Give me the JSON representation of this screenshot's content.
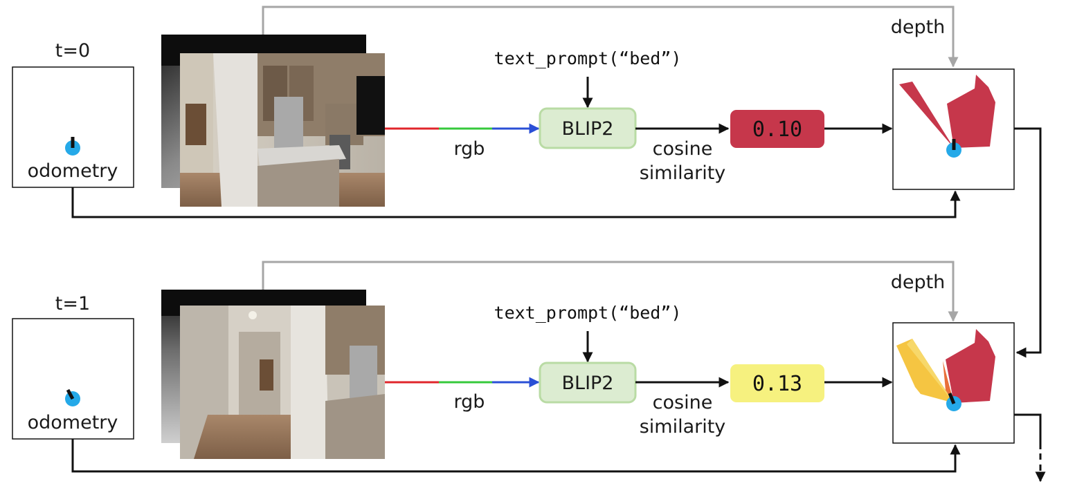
{
  "rows": [
    {
      "time_label": "t=0",
      "odometry_label": "odometry",
      "depth_label": "depth",
      "rgb_label": "rgb",
      "prompt": "text_prompt(“bed”)",
      "model": "BLIP2",
      "similarity_line1": "cosine",
      "similarity_line2": "similarity",
      "score": "0.10",
      "score_color": "#c6374b"
    },
    {
      "time_label": "t=1",
      "odometry_label": "odometry",
      "depth_label": "depth",
      "rgb_label": "rgb",
      "prompt": "text_prompt(“bed”)",
      "model": "BLIP2",
      "similarity_line1": "cosine",
      "similarity_line2": "similarity",
      "score": "0.13",
      "score_color": "#f6f17f"
    }
  ],
  "colors": {
    "robot": "#25a9e8",
    "map_red": "#c6374b",
    "map_yellow": "#f5c542",
    "blip_fill": "#dcecd1",
    "blip_border": "#b9dba4",
    "depth_line": "#a6a6a6",
    "rgb_red": "#e0252b",
    "rgb_green": "#35c93b",
    "rgb_blue": "#2a4fd6"
  }
}
